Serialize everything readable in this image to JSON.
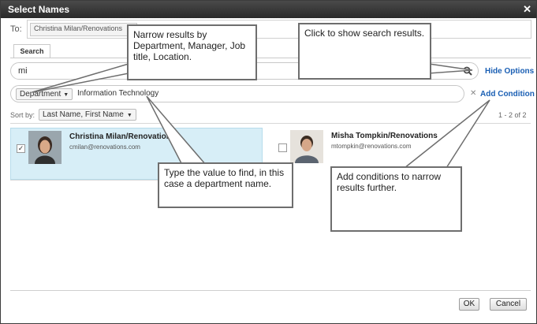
{
  "window": {
    "title": "Select Names",
    "close_glyph": "✕"
  },
  "to": {
    "label": "To:",
    "chip": "Christina Milan/Renovations",
    "chip_remove": "✕"
  },
  "tabs": [
    {
      "label": "Search"
    }
  ],
  "search": {
    "value": "mi",
    "hide_options": "Hide Options"
  },
  "condition": {
    "field": "Department",
    "value": "Information Technology",
    "remove": "✕",
    "add": "Add Condition"
  },
  "sort": {
    "label": "Sort by:",
    "value": "Last Name, First Name",
    "count": "1 - 2 of 2"
  },
  "results": [
    {
      "name": "Christina Milan/Renovations",
      "email": "cmilan@renovations.com",
      "checked": true,
      "check_glyph": "✓"
    },
    {
      "name": "Misha Tompkin/Renovations",
      "email": "mtompkin@renovations.com",
      "checked": false,
      "check_glyph": ""
    }
  ],
  "buttons": {
    "ok": "OK",
    "cancel": "Cancel"
  },
  "callouts": {
    "narrow": "Narrow results by Department, Manager, Job title,  Location.",
    "search": "Click to show search results.",
    "type_value": "Type the value to find, in this case a department name.",
    "add_conditions": "Add conditions to narrow results further."
  },
  "colors": {
    "accent_link": "#1a5fb4",
    "selected_row": "#d7eef7",
    "titlebar": "#2a2a2a"
  }
}
